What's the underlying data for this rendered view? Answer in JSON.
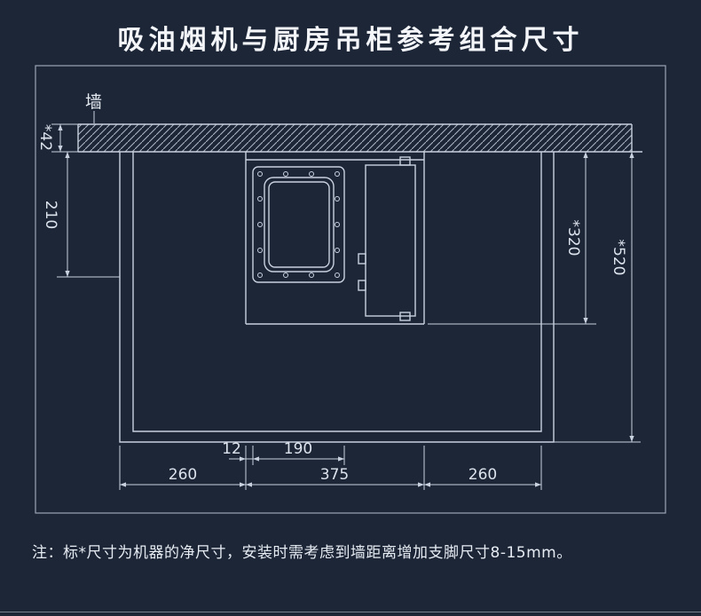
{
  "title": "吸油烟机与厨房吊柜参考组合尺寸",
  "diagram": {
    "wall_label": "墙",
    "dimensions": {
      "wall_thickness": "*42",
      "flue_recess_height": "210",
      "hood_height": "*320",
      "overall_height": "*520",
      "side_gap": "12",
      "duct_opening_width": "190",
      "left_cabinet_width": "260",
      "hood_width": "375",
      "right_cabinet_width": "260"
    }
  },
  "note": "注：标*尺寸为机器的净尺寸，安装时需考虑到墙距离增加支脚尺寸8-15mm。",
  "colors": {
    "background": "#1c2637",
    "line": "#c9d1df",
    "text": "#f3f5f9"
  }
}
